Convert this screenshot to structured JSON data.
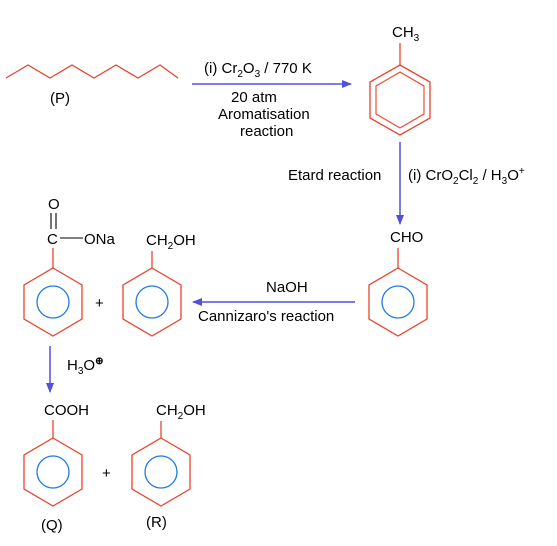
{
  "colors": {
    "bond": "#e8442c",
    "ring_inner": "#1f7ae0",
    "arrow": "#5050e0",
    "text": "#000000"
  },
  "compounds": {
    "p_label": "(P)",
    "toluene_substituent": {
      "main": "CH",
      "sub": "3"
    },
    "benzaldehyde_substituent": "CHO",
    "sodium_benzoate": {
      "carbonyl_o": "O",
      "carbon": "C",
      "ona": "ONa"
    },
    "benzyl_alcohol_top": {
      "a": "CH",
      "sub": "2",
      "b": "OH"
    },
    "benzoic_acid": "COOH",
    "benzyl_alcohol_bottom": {
      "a": "CH",
      "sub": "2",
      "b": "OH"
    },
    "q_label": "(Q)",
    "r_label": "(R)",
    "plus_top": "+",
    "plus_bottom": "+"
  },
  "reactions": {
    "step1": {
      "reagent_line": {
        "pre": "(i) Cr",
        "sub1": "2",
        "mid": "O",
        "sub2": "3",
        "post": " / 770 K"
      },
      "condition": "20 atm",
      "name_line1": "Aromatisation",
      "name_line2": "reaction"
    },
    "step2": {
      "name": "Etard reaction",
      "reagent": {
        "pre": "(i) CrO",
        "sub1": "2",
        "mid": "Cl",
        "sub2": "2",
        "post": " / H",
        "sub3": "3",
        "o": "O",
        "sup": "+"
      }
    },
    "step3": {
      "reagent": "NaOH",
      "name": "Cannizaro's reaction"
    },
    "step4": {
      "h": "H",
      "sub": "3",
      "o": "O",
      "sup": "⊕"
    }
  }
}
